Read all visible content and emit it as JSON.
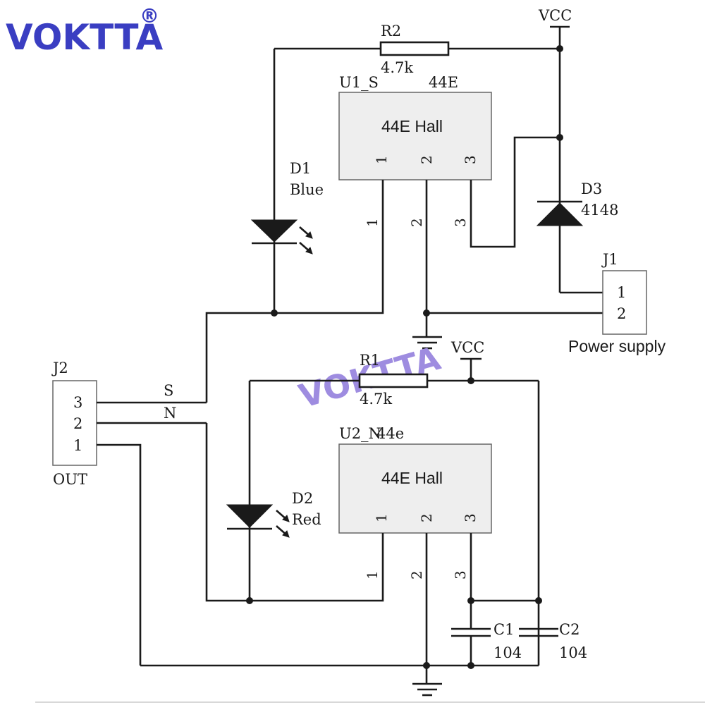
{
  "brand": {
    "logo_text": "VOKTTA",
    "registered_mark": "®",
    "color": "#3a3ec2",
    "watermark": "VOKTTA",
    "watermark_color": "#9e8ce0"
  },
  "power": {
    "vcc_top": "VCC",
    "vcc_bottom": "VCC"
  },
  "r2": {
    "ref": "R2",
    "value": "4.7k"
  },
  "r1": {
    "ref": "R1",
    "value": "4.7k"
  },
  "u1": {
    "ref": "U1_S",
    "part": "44E",
    "label": "44E Hall",
    "pins": [
      "1",
      "2",
      "3"
    ]
  },
  "u2": {
    "ref": "U2_N",
    "part": "44e",
    "label": "44E Hall",
    "pins": [
      "1",
      "2",
      "3"
    ]
  },
  "d1": {
    "ref": "D1",
    "color_name": "Blue"
  },
  "d2": {
    "ref": "D2",
    "color_name": "Red"
  },
  "d3": {
    "ref": "D3",
    "part": "4148"
  },
  "j1": {
    "ref": "J1",
    "pins": [
      "1",
      "2"
    ],
    "caption": "Power supply"
  },
  "j2": {
    "ref": "J2",
    "pins": [
      "3",
      "2",
      "1"
    ],
    "caption": "OUT",
    "net_s": "S",
    "net_n": "N"
  },
  "wire_pins": {
    "u1": [
      "1",
      "2",
      "3"
    ],
    "u2": [
      "1",
      "2",
      "3"
    ]
  },
  "c1": {
    "ref": "C1",
    "value": "104"
  },
  "c2": {
    "ref": "C2",
    "value": "104"
  }
}
